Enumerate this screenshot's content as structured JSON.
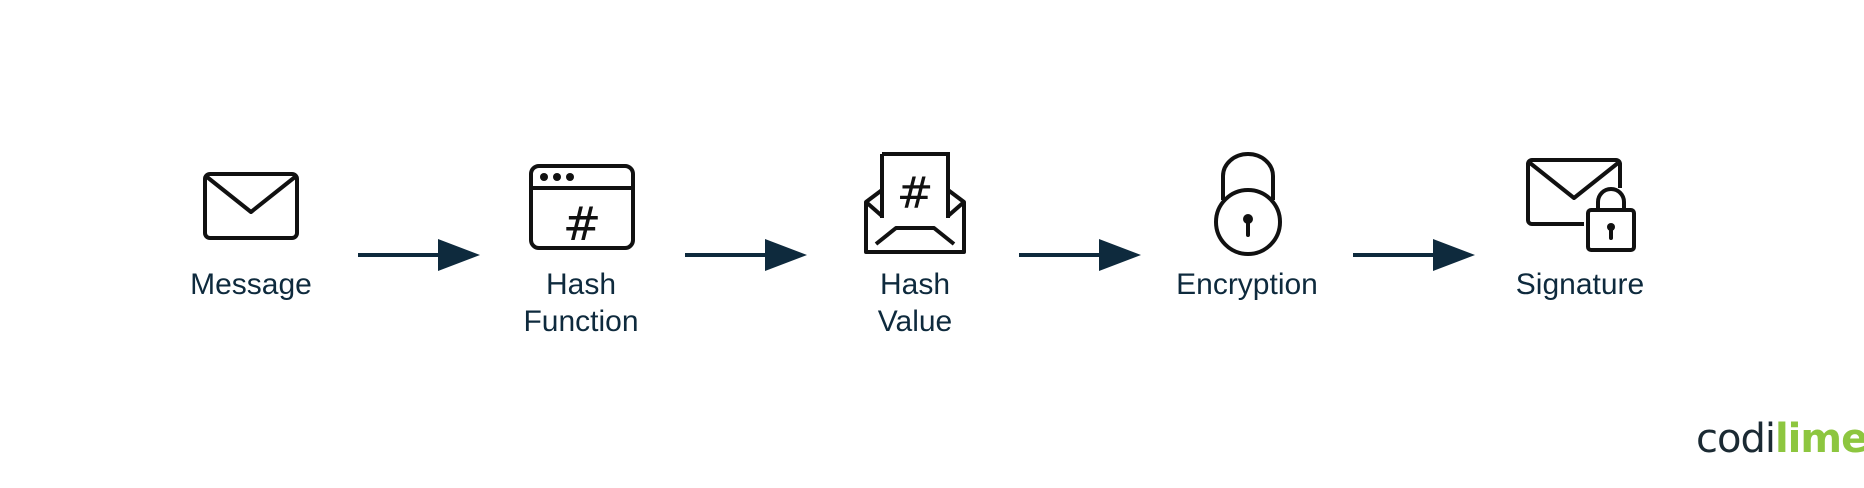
{
  "steps": [
    {
      "label": "Message",
      "icon": "envelope-icon"
    },
    {
      "label": "Hash\nFunction",
      "icon": "browser-hash-icon"
    },
    {
      "label": "Hash\nValue",
      "icon": "envelope-hash-icon"
    },
    {
      "label": "Encryption",
      "icon": "padlock-icon"
    },
    {
      "label": "Signature",
      "icon": "envelope-lock-icon"
    }
  ],
  "logo": {
    "part_a": "codi",
    "part_b": "lime",
    "accent_color": "#8dc63f"
  },
  "colors": {
    "text": "#0e2a3d",
    "arrow": "#0e2a3d",
    "icon_stroke": "#111111"
  }
}
